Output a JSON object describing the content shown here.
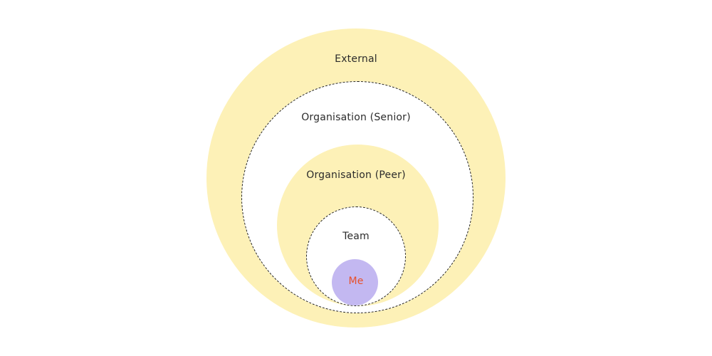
{
  "diagram": {
    "rings": {
      "external": {
        "label": "External",
        "fill": "#fdf1b7",
        "text_color": "#2b2b2b"
      },
      "senior": {
        "label": "Organisation (Senior)",
        "fill": "#ffffff",
        "text_color": "#2b2b2b"
      },
      "peer": {
        "label": "Organisation (Peer)",
        "fill": "#fdf1b7",
        "text_color": "#2b2b2b"
      },
      "team": {
        "label": "Team",
        "fill": "#ffffff",
        "text_color": "#2b2b2b"
      },
      "me": {
        "label": "Me",
        "fill": "#c3b8f1",
        "text_color": "#e8502a"
      }
    }
  }
}
